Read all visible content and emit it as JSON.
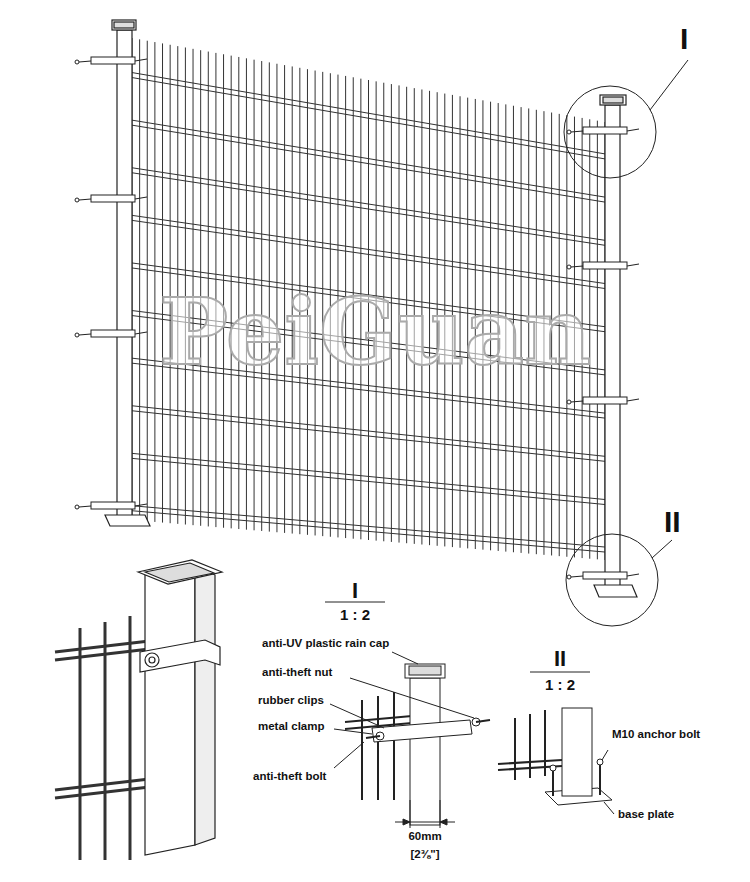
{
  "diagram": {
    "labels": [
      "I",
      "II",
      "PeiGuan",
      "I",
      "1 : 2",
      "anti-UV plastic rain cap",
      "anti-theft nut",
      "rubber clips",
      "metal clamp",
      "anti-theft bolt",
      "60mm",
      "[2⅜\"]",
      "II",
      "1 : 2",
      "M10 anchor bolt",
      "base plate"
    ]
  }
}
